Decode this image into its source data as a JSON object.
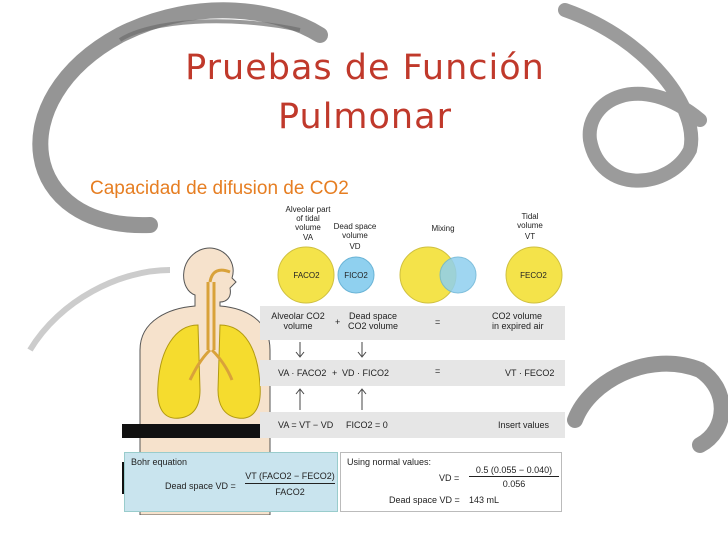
{
  "slide": {
    "title_line1": "Pruebas  de  Función",
    "title_line2": "Pulmonar",
    "subtitle": "Capacidad de  difusion de  CO2"
  },
  "colors": {
    "title": "#c0392b",
    "subtitle": "#e67e22",
    "lung_yellow": "#f5dc2e",
    "alveolar_yellow": "#f4e34a",
    "dead_space_blue": "#8fd0ef",
    "skin": "#f6e2cc",
    "band_gray": "#e6e6e6",
    "bohr_box": "#c9e4ee"
  },
  "figure": {
    "labels": {
      "alveolar_part": "Alveolar part\nof tidal\nvolume",
      "alveolar_symbol": "VA",
      "dead_space_vol": "Dead space\nvolume",
      "dead_space_symbol": "VD",
      "mixing": "Mixing",
      "tidal_volume": "Tidal\nvolume",
      "tidal_symbol": "VT"
    },
    "circles": {
      "fa": "FACO2",
      "fi": "FICO2",
      "fe": "FECO2"
    },
    "rows": {
      "r1_left": "Alveolar CO2\nvolume",
      "r1_plus": "+",
      "r1_mid": "Dead space\nCO2 volume",
      "r1_eq": "=",
      "r1_right": "CO2 volume\nin expired air",
      "r2_left": "VA · FACO2",
      "r2_plus": "+",
      "r2_mid": "VD · FICO2",
      "r2_eq": "=",
      "r2_right": "VT · FECO2",
      "r3_left": "VA = VT − VD",
      "r3_mid": "FICO2 = 0",
      "r3_right": "Insert values"
    },
    "bohr": {
      "title": "Bohr equation",
      "lhs": "Dead space VD =",
      "numerator": "VT (FACO2 − FECO2)",
      "denominator": "FACO2"
    },
    "normal": {
      "title": "Using normal values:",
      "vd_label": "VD =",
      "numerator": "0.5 (0.055 − 0.040)",
      "denominator": "0.056",
      "result_label": "Dead space VD =",
      "result_value": "143 mL"
    }
  }
}
